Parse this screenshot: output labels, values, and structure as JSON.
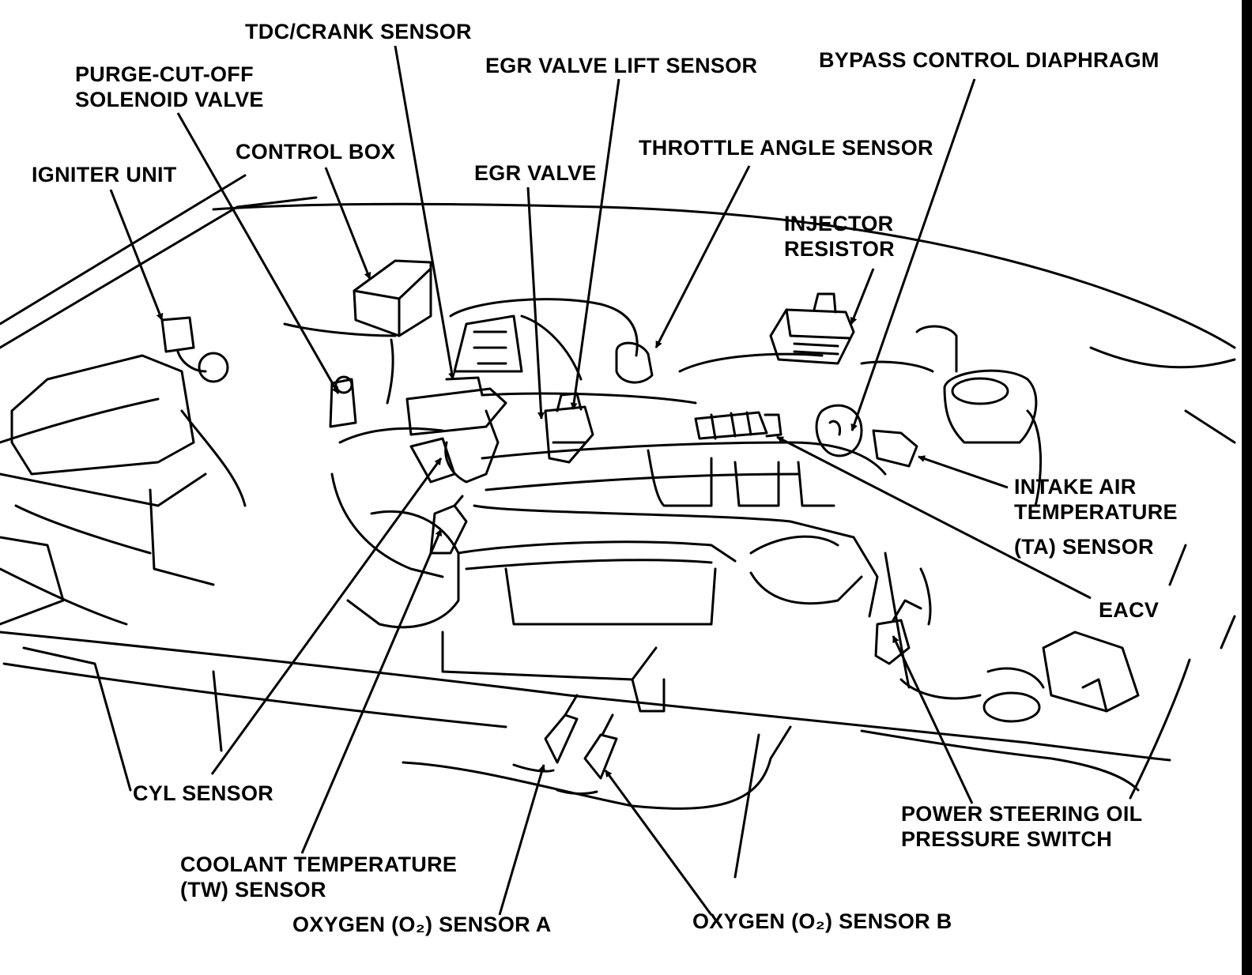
{
  "labels": {
    "tdc_crank_sensor": "TDC/CRANK SENSOR",
    "purge_cut_off_line1": "PURGE-CUT-OFF",
    "purge_cut_off_line2": "SOLENOID VALVE",
    "egr_valve_lift_sensor": "EGR VALVE LIFT SENSOR",
    "bypass_control_diaphragm": "BYPASS CONTROL DIAPHRAGM",
    "control_box": "CONTROL BOX",
    "throttle_angle_sensor": "THROTTLE ANGLE SENSOR",
    "igniter_unit": "IGNITER UNIT",
    "egr_valve": "EGR VALVE",
    "injector_resistor_line1": "INJECTOR",
    "injector_resistor_line2": "RESISTOR",
    "intake_air_line1": "INTAKE AIR",
    "intake_air_line2": "TEMPERATURE",
    "intake_air_line3": "(TA) SENSOR",
    "eacv": "EACV",
    "cyl_sensor": "CYL SENSOR",
    "power_steering_line1": "POWER STEERING OIL",
    "power_steering_line2": "PRESSURE SWITCH",
    "coolant_line1": "COOLANT TEMPERATURE",
    "coolant_line2": "(TW) SENSOR",
    "oxygen_sensor_a": "OXYGEN (O₂) SENSOR A",
    "oxygen_sensor_b": "OXYGEN (O₂) SENSOR B"
  }
}
